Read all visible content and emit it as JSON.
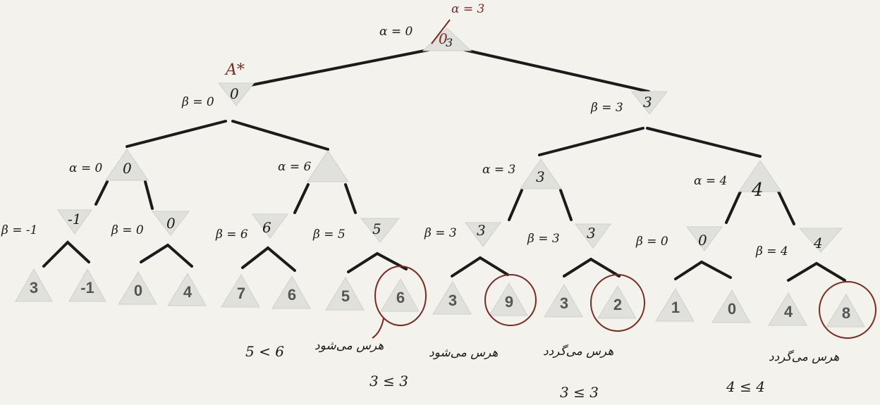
{
  "colors": {
    "paper": "#f4f2ec",
    "ink": "#1b1b1b",
    "red_ink": "#7a2a22",
    "triangle": "#dcdcdc",
    "leaf_value": "#555555"
  },
  "root": {
    "value": "3",
    "struck_value": "0",
    "alpha_initial": "α = 0",
    "alpha_updated": "α = 3"
  },
  "level1": [
    {
      "id": "A",
      "star_label": "A*",
      "value": "0",
      "annotation": "β = 0"
    },
    {
      "id": "B",
      "value": "3",
      "annotation": "β = 3"
    }
  ],
  "level2": [
    {
      "value": "0",
      "annotation": "α = 0"
    },
    {
      "value": "",
      "annotation": "α = 6"
    },
    {
      "value": "3",
      "annotation": "α = 3"
    },
    {
      "value": "4",
      "annotation": "α = 4"
    }
  ],
  "level3": [
    {
      "value": "-1",
      "annotation": "β = -1"
    },
    {
      "value": "0",
      "annotation": "β = 0"
    },
    {
      "value": "6",
      "annotation": "β = 6"
    },
    {
      "value": "5",
      "annotation": "β = 5"
    },
    {
      "value": "3",
      "annotation": "β = 3"
    },
    {
      "value": "3",
      "annotation": "β = 3"
    },
    {
      "value": "0",
      "annotation": "β = 0"
    },
    {
      "value": "4",
      "annotation": "β = 4"
    }
  ],
  "leaves": [
    "3",
    "-1",
    "0",
    "4",
    "7",
    "6",
    "5",
    "6",
    "3",
    "9",
    "3",
    "2",
    "1",
    "0",
    "4",
    "8"
  ],
  "pruned_leaf_indices": [
    7,
    9,
    11,
    15
  ],
  "notes": [
    {
      "comparison": "5 < 6",
      "text": "هرس می‌شود"
    },
    {
      "comparison": "3 ≤ 3",
      "text": "هرس می‌شود"
    },
    {
      "comparison": "3 ≤ 3",
      "text": "هرس می‌گردد"
    },
    {
      "comparison": "4 ≤ 4",
      "text": "هرس می‌گردد"
    }
  ]
}
